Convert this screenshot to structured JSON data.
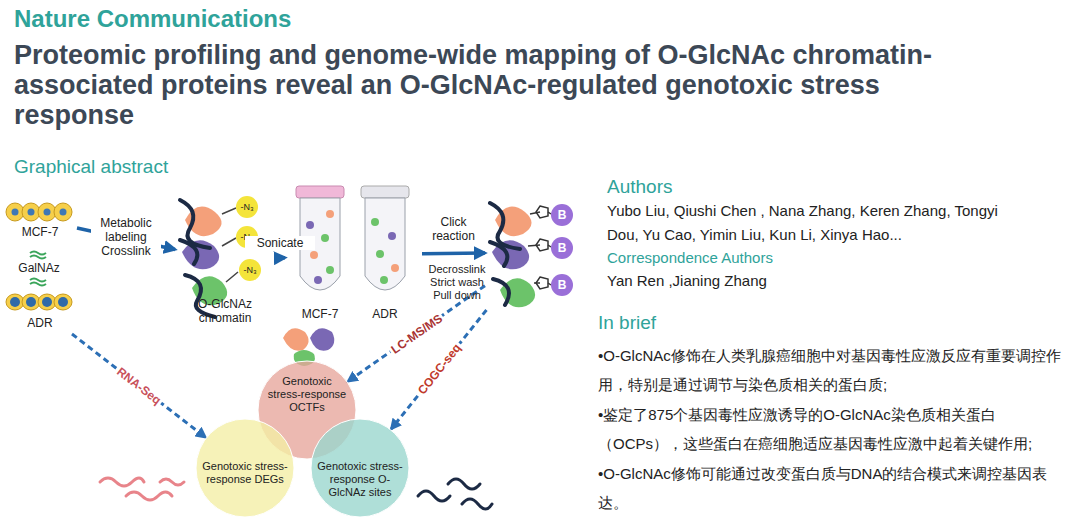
{
  "diagram": {
    "title": "Proteomic profiling and genome-wide mapping of O-GlcNAc chromatin-associated proteins reveal an O-GlcNAc-regulated genotoxic stress response",
    "nodes": [
      {
        "text": [
          "MCF-7"
        ]
      },
      {
        "text": [
          "ADR"
        ]
      },
      {
        "text": [
          "O-GlcNAz chromatin"
        ]
      },
      {
        "text": [
          "MCF-7",
          "ADR"
        ]
      },
      {
        "text": [
          "B",
          "B",
          "B"
        ]
      },
      {
        "text": [
          "Genotoxic stress-response OCTFs"
        ]
      },
      {
        "text": [
          "Genotoxic stress-response DEGs"
        ]
      },
      {
        "text": [
          "Genotoxic stress-response O-GlcNAz sites"
        ]
      }
    ],
    "edges": [
      {
        "from": 0,
        "to": 2,
        "arrow": "to",
        "label": "Metabolic labeling Crosslink"
      },
      {
        "from": 2,
        "to": 3,
        "arrow": "to",
        "label": "Sonicate"
      },
      {
        "from": 3,
        "to": 4,
        "arrow": "to",
        "label": "Click reaction"
      },
      {
        "from": 4,
        "to": 5,
        "arrow": "to",
        "label": "LC-MS/MS"
      },
      {
        "from": 4,
        "to": 7,
        "arrow": "to",
        "label": "COGC-seq"
      },
      {
        "from": 1,
        "to": 6,
        "arrow": "to",
        "label": "RNA-Seq"
      }
    ],
    "labels": [
      "Nature Communications",
      "Graphical abstract",
      "GalNAz",
      "-N₃",
      "-N₃",
      "-N₃",
      "Decrosslink Strict wash Pull down",
      "Authors",
      "Yubo Liu, Qiushi Chen , Nana Zhang, Keren Zhang, Tongyi Dou, Yu Cao, Yimin Liu, Kun Li, Xinya Hao...",
      "Correspondence Authors",
      "Yan Ren ,Jianing Zhang",
      "In brief",
      "•O-GlcNAc修饰在人类乳腺癌细胞中对基因毒性应激反应有重要调控作用，特别是通过调节与染色质相关的蛋白质;",
      "•鉴定了875个基因毒性应激诱导的O-GlcNAc染色质相关蛋白（OCPs），这些蛋白在癌细胞适应基因毒性应激中起着关键作用;",
      "•O-GlcNAc修饰可能通过改变蛋白质与DNA的结合模式来调控基因表达。"
    ]
  }
}
